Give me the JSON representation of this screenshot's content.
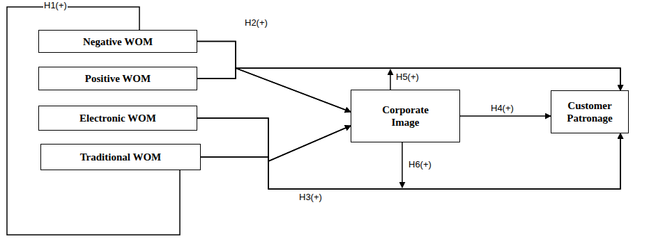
{
  "diagram": {
    "nodes": [
      {
        "text": [
          "Negative WOM"
        ]
      },
      {
        "text": [
          "Positive WOM"
        ]
      },
      {
        "text": [
          "Electronic WOM"
        ]
      },
      {
        "text": [
          "Traditional WOM"
        ]
      },
      {
        "text": [
          "Corporate Image"
        ]
      },
      {
        "text": [
          "Customer Patronage"
        ]
      }
    ],
    "edges": [
      {
        "from": 0,
        "to": 3,
        "arrow": "none",
        "label": "H1(+)"
      },
      {
        "from": 0,
        "to": 4,
        "arrow": "to"
      },
      {
        "from": 1,
        "to": 4,
        "arrow": "to"
      },
      {
        "from": 2,
        "to": 4,
        "arrow": "to"
      },
      {
        "from": 3,
        "to": 4,
        "arrow": "to"
      },
      {
        "from": 0,
        "to": 5,
        "arrow": "to",
        "label": "H2(+)"
      },
      {
        "from": 1,
        "to": 5,
        "arrow": "to"
      },
      {
        "from": 2,
        "to": 5,
        "arrow": "to",
        "label": "H3(+)"
      },
      {
        "from": 3,
        "to": 5,
        "arrow": "to"
      },
      {
        "from": 4,
        "to": 5,
        "arrow": "to",
        "label": "H4(+)"
      }
    ],
    "labels": [
      "H5(+)",
      "H6(+)"
    ]
  }
}
